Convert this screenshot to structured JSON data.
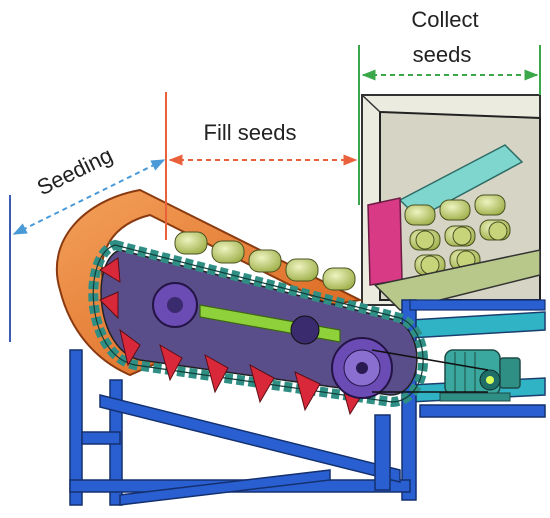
{
  "labels": {
    "collect_line1": "Collect",
    "collect_line2": "seeds",
    "fill": "Fill seeds",
    "seeding": "Seeding"
  },
  "colors": {
    "orange_cover": "#e8762a",
    "frame_blue": "#2a5fd1",
    "chain_teal": "#2f8f84",
    "cup_red": "#d8283a",
    "roller_yellow": "#c9d67a",
    "hub_purple": "#6b4bb4",
    "line_orange": "#e8613a",
    "line_green": "#3aa84a",
    "line_blue": "#3c5bb5",
    "arrow_dash_blue": "#4a9ad8"
  },
  "icons": [
    "seeding-machine-drawing",
    "electric-motor-icon",
    "sprocket-icon",
    "seed-box-icon"
  ]
}
